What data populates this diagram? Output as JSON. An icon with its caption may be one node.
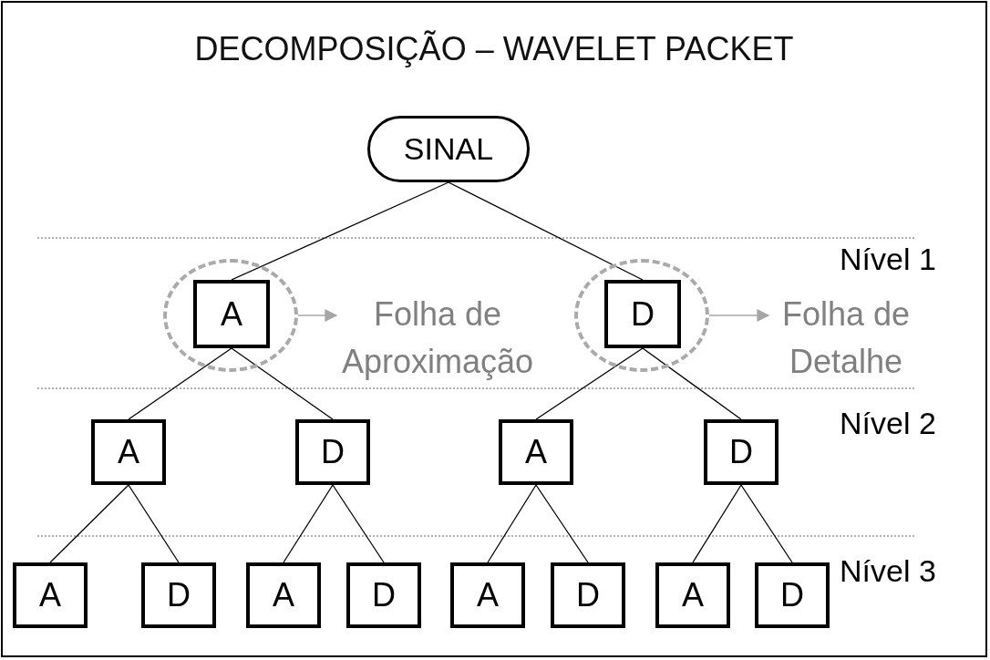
{
  "diagram": {
    "title": "DECOMPOSIÇÃO – WAVELET PACKET",
    "nodes": [
      {
        "text": [
          "SINAL"
        ]
      },
      {
        "text": [],
        "shape": "circle"
      },
      {
        "text": [
          "A"
        ],
        "in": 1
      },
      {
        "text": [
          "Folha de Aproximação"
        ]
      },
      {
        "text": [],
        "shape": "circle"
      },
      {
        "text": [
          "D"
        ],
        "in": 4
      },
      {
        "text": [
          "Folha de Detalhe"
        ]
      },
      {
        "text": [
          "A"
        ]
      },
      {
        "text": [
          "D"
        ]
      },
      {
        "text": [
          "A"
        ]
      },
      {
        "text": [
          "D"
        ]
      },
      {
        "text": [
          "A"
        ]
      },
      {
        "text": [
          "D"
        ]
      },
      {
        "text": [
          "A"
        ]
      },
      {
        "text": [
          "D"
        ]
      },
      {
        "text": [
          "A"
        ]
      },
      {
        "text": [
          "D"
        ]
      },
      {
        "text": [
          "A"
        ]
      },
      {
        "text": [
          "D"
        ]
      }
    ],
    "edges": [
      {
        "from": 0,
        "to": 2,
        "arrow": "none"
      },
      {
        "from": 0,
        "to": 5,
        "arrow": "none"
      },
      {
        "from": 1,
        "to": 3,
        "arrow": "to",
        "color": "#a6a6a6"
      },
      {
        "from": 4,
        "to": 6,
        "arrow": "to",
        "color": "#a6a6a6"
      },
      {
        "from": 2,
        "to": 7,
        "arrow": "none"
      },
      {
        "from": 2,
        "to": 8,
        "arrow": "none"
      },
      {
        "from": 5,
        "to": 9,
        "arrow": "none"
      },
      {
        "from": 5,
        "to": 10,
        "arrow": "none"
      },
      {
        "from": 7,
        "to": 11,
        "arrow": "none"
      },
      {
        "from": 7,
        "to": 12,
        "arrow": "none"
      },
      {
        "from": 8,
        "to": 13,
        "arrow": "none"
      },
      {
        "from": 8,
        "to": 14,
        "arrow": "none"
      },
      {
        "from": 9,
        "to": 15,
        "arrow": "none"
      },
      {
        "from": 9,
        "to": 16,
        "arrow": "none"
      },
      {
        "from": 10,
        "to": 17,
        "arrow": "none"
      },
      {
        "from": 10,
        "to": 18,
        "arrow": "none"
      }
    ],
    "labels": [
      "Nível 1",
      "Nível 2",
      "Nível 3"
    ]
  }
}
